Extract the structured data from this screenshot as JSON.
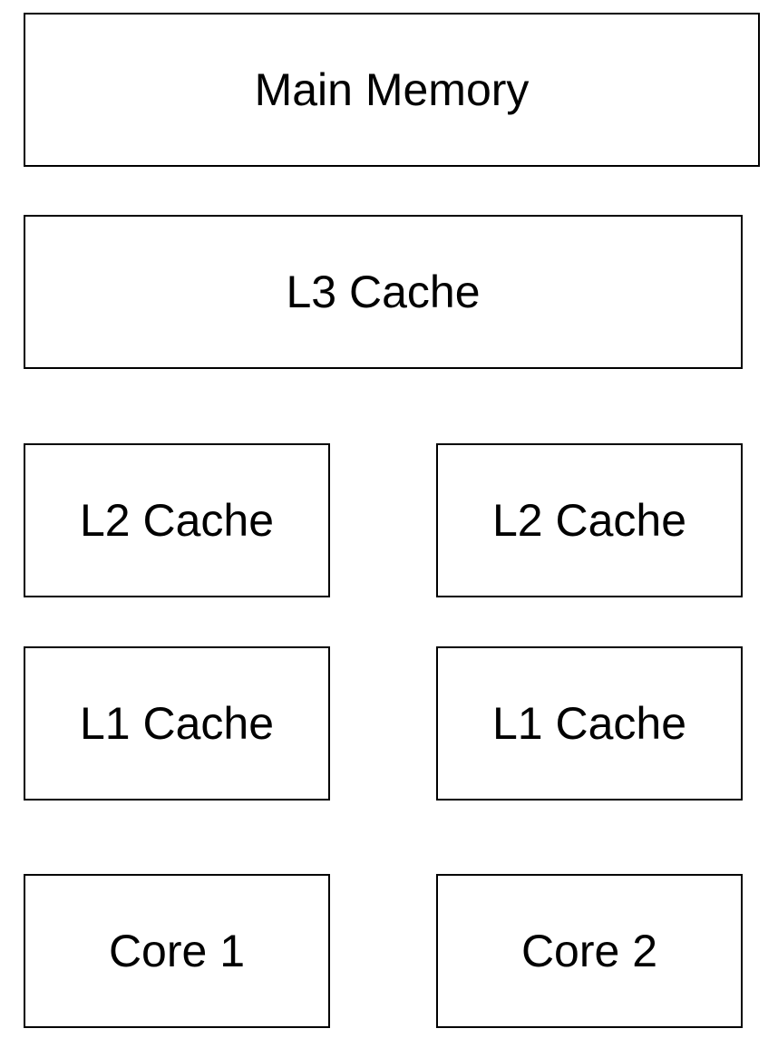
{
  "diagram": {
    "main_memory": {
      "label": "Main Memory"
    },
    "l3_cache": {
      "label": "L3 Cache"
    },
    "l2_caches": [
      {
        "label": "L2 Cache"
      },
      {
        "label": "L2 Cache"
      }
    ],
    "l1_caches": [
      {
        "label": "L1 Cache"
      },
      {
        "label": "L1 Cache"
      }
    ],
    "cores": [
      {
        "label": "Core 1"
      },
      {
        "label": "Core 2"
      }
    ]
  },
  "colors": {
    "background": "#ffffff",
    "border": "#000000",
    "text": "#000000"
  }
}
